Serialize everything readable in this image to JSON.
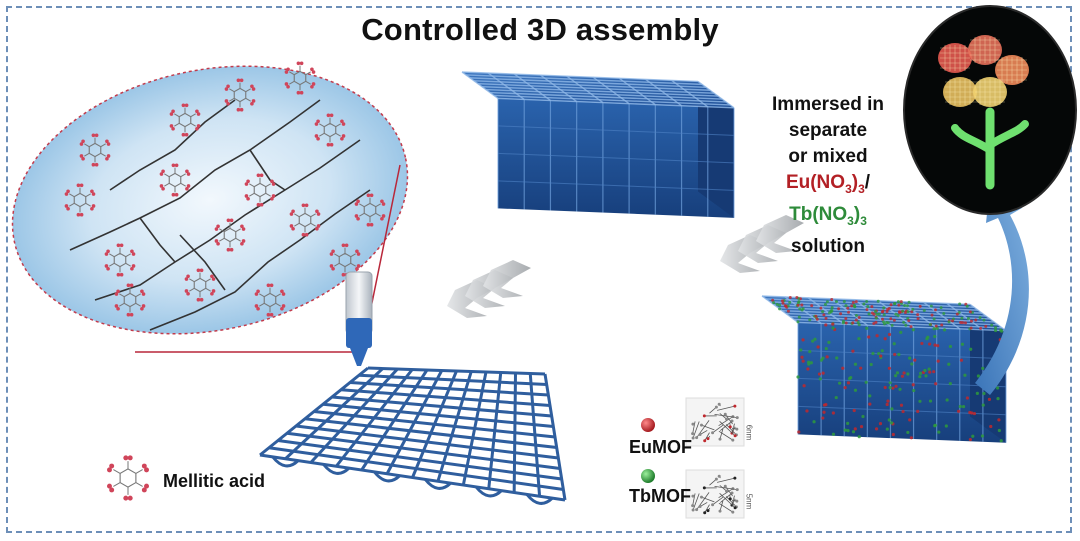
{
  "title": "Controlled 3D assembly",
  "immersion": {
    "line1": "Immersed in",
    "line2": "separate",
    "line3": "or mixed",
    "eu_prefix": "Eu(NO",
    "eu_sub1": "3",
    "eu_mid": ")",
    "eu_sub2": "3",
    "slash": "/",
    "tb_prefix": "Tb(NO",
    "tb_sub1": "3",
    "tb_mid": ")",
    "tb_sub2": "3",
    "line6": "solution"
  },
  "legend": {
    "mellitic": "Mellitic acid",
    "eumof": "EuMOF",
    "tbmof": "TbMOF",
    "scale_eu": "6nm",
    "scale_tb": "5nm"
  },
  "colors": {
    "frame": "#6d8fb8",
    "lattice": "#2b5fa8",
    "eu": "#c0282d",
    "tb": "#2e9a3c",
    "ellipse": "#9cc6e6",
    "arrow": "#4e86c4"
  }
}
